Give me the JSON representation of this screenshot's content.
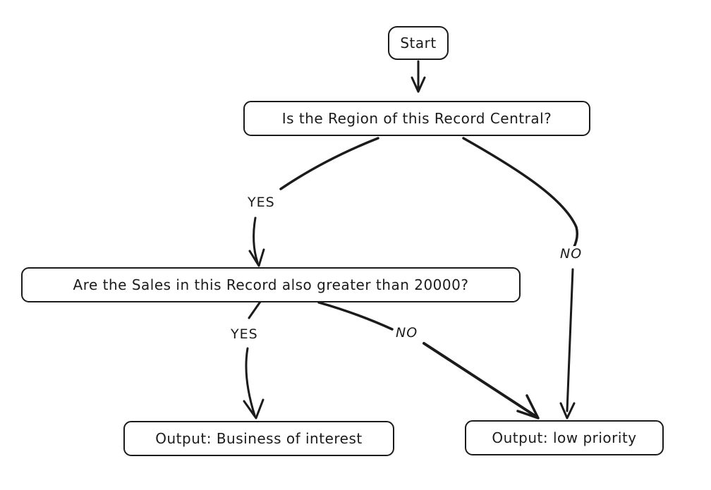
{
  "diagram": {
    "background": "#ffffff",
    "stroke_color": "#1b1b1b",
    "nodes": [
      {
        "id": "start",
        "label": "Start"
      },
      {
        "id": "region-question",
        "label": "Is the Region of this Record Central?"
      },
      {
        "id": "sales-question",
        "label": "Are the Sales in this Record also greater than 20000?"
      },
      {
        "id": "output-business-of-interest",
        "label": "Output: Business of interest"
      },
      {
        "id": "output-low-priority",
        "label": "Output: low priority"
      }
    ],
    "edge_labels": {
      "region_yes": "YES",
      "region_no": "NO",
      "sales_yes": "YES",
      "sales_no": "NO"
    }
  }
}
